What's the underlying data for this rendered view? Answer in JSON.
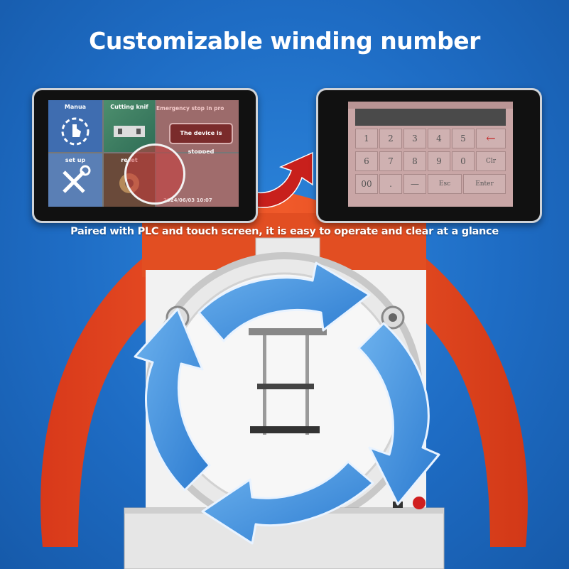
{
  "title": "Customizable winding number",
  "caption": "Paired with PLC and touch screen, it is easy to operate and clear at a glance",
  "left_screen": {
    "tiles": {
      "manual": "Manua",
      "cutting": "Cutting knif",
      "emergency": "Emergency stop in pro",
      "setup": "set up",
      "reset": "reset"
    },
    "status": "The device is stopped",
    "datetime": "2024/06/03 10:07"
  },
  "keypad": {
    "row1": [
      "1",
      "2",
      "3",
      "4",
      "5",
      "←"
    ],
    "row2": [
      "6",
      "7",
      "8",
      "9",
      "0",
      "Clr"
    ],
    "row3": [
      "00",
      ".",
      "—",
      "Esc",
      "Enter"
    ]
  },
  "colors": {
    "background": "#1e6cc4",
    "machine_orange": "#e8491f",
    "cycle_arrow": "#3a8fde"
  }
}
